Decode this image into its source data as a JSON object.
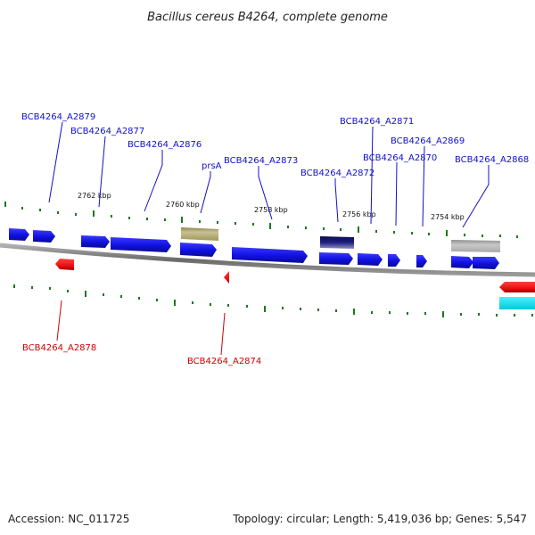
{
  "title": "Bacillus cereus B4264, complete genome",
  "footer": {
    "accession": "Accession: NC_011725",
    "summary": "Topology: circular; Length: 5,419,036 bp; Genes: 5,547"
  },
  "scale_labels": [
    "2762 kbp",
    "2760 kbp",
    "2758 kbp",
    "2756 kbp",
    "2754 kbp"
  ],
  "genes_forward": [
    {
      "id": "BCB4264_A2879",
      "color": "#1010c8"
    },
    {
      "id": "BCB4264_A2877",
      "color": "#1010c8"
    },
    {
      "id": "BCB4264_A2876",
      "color": "#1010c8"
    },
    {
      "id": "prsA",
      "color": "#1010c8"
    },
    {
      "id": "BCB4264_A2873",
      "color": "#1010c8"
    },
    {
      "id": "BCB4264_A2872",
      "color": "#1010c8"
    },
    {
      "id": "BCB4264_A2871",
      "color": "#1010c8"
    },
    {
      "id": "BCB4264_A2870",
      "color": "#1010c8"
    },
    {
      "id": "BCB4264_A2869",
      "color": "#1010c8"
    },
    {
      "id": "BCB4264_A2868",
      "color": "#1010c8"
    }
  ],
  "genes_reverse": [
    {
      "id": "BCB4264_A2878",
      "color": "#cc0000"
    },
    {
      "id": "BCB4264_A2874",
      "color": "#cc0000"
    }
  ],
  "colors": {
    "forward": "#1414e6",
    "reverse": "#ee1111",
    "backbone": "#808080",
    "tick": "#1a7a1a",
    "olive": "#b0a86a",
    "navy": "#1a1a6e",
    "grey": "#b4b4b4",
    "cyan": "#12e8f0"
  }
}
